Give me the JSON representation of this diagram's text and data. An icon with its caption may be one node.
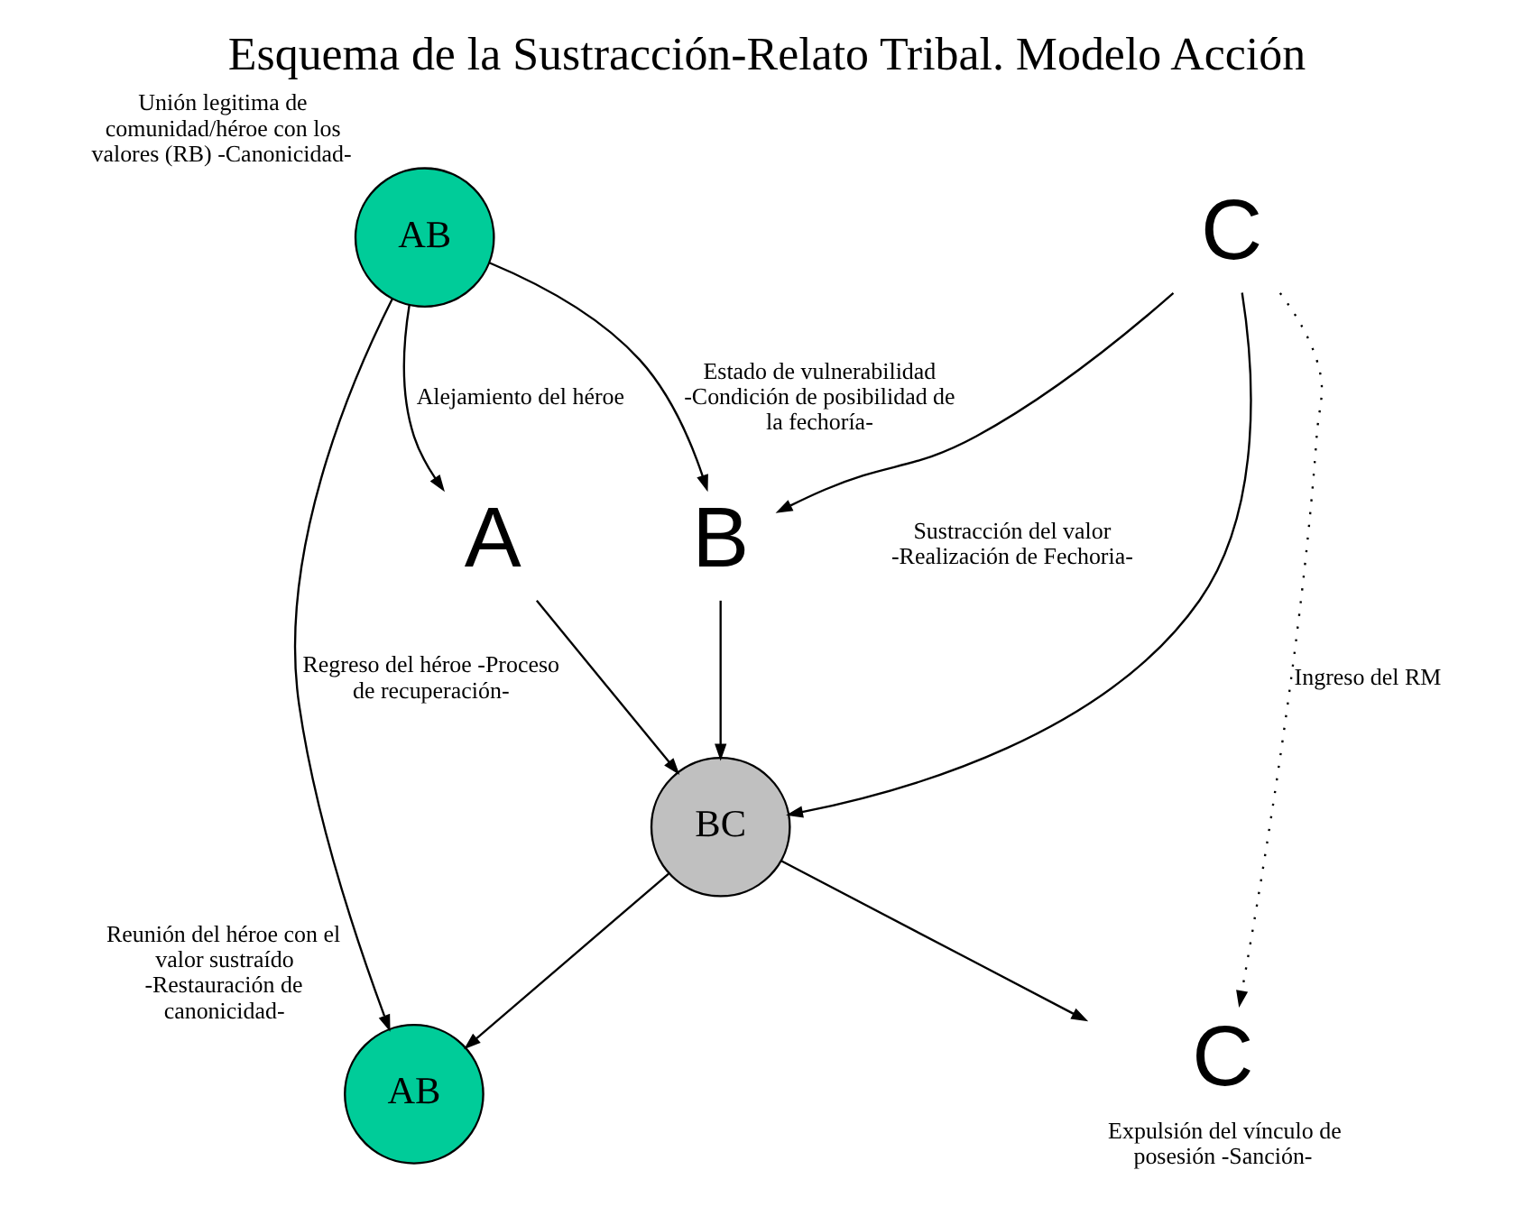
{
  "diagram": {
    "title": "Esquema de la Sustracción-Relato Tribal. Modelo Acción",
    "nodes": [
      {
        "text": [
          "AB"
        ],
        "beside": [
          "Unión legitima de comunidad/héroe con los valores (RB) -Canonicidad-"
        ]
      },
      {
        "text": [
          "A"
        ]
      },
      {
        "text": [
          "B"
        ]
      },
      {
        "text": [
          "C"
        ]
      },
      {
        "text": [
          "BC"
        ]
      },
      {
        "text": [
          "AB"
        ],
        "beside": [
          "Reunión del héroe con el valor sustraído -Restauración de canonicidad-"
        ]
      },
      {
        "text": [
          "C"
        ],
        "beside": [
          "Expulsión del vínculo de posesión -Sanción-"
        ]
      }
    ],
    "edges": [
      {
        "from": 0,
        "to": 1,
        "arrow": "to",
        "label": "Alejamiento del héroe"
      },
      {
        "from": 0,
        "to": 5,
        "arrow": "to",
        "label": "Regreso del héroe -Proceso de recuperación-"
      },
      {
        "from": 0,
        "to": 2,
        "arrow": "to",
        "label": "Estado de vulnerabilidad -Condición de posibilidad de la fechoría-"
      },
      {
        "from": 3,
        "to": 2,
        "arrow": "to"
      },
      {
        "from": 3,
        "to": 4,
        "arrow": "to"
      },
      {
        "from": 3,
        "to": 6,
        "arrow": "to",
        "style": "dashed",
        "label": "Ingreso del RM"
      },
      {
        "from": 1,
        "to": 4,
        "arrow": "to"
      },
      {
        "from": 2,
        "to": 4,
        "arrow": "to"
      },
      {
        "from": 4,
        "to": 5,
        "arrow": "to"
      },
      {
        "from": 4,
        "to": 6,
        "arrow": "to"
      }
    ],
    "labels": [
      "Sustracción del valor -Realización de Fechoria-"
    ]
  }
}
